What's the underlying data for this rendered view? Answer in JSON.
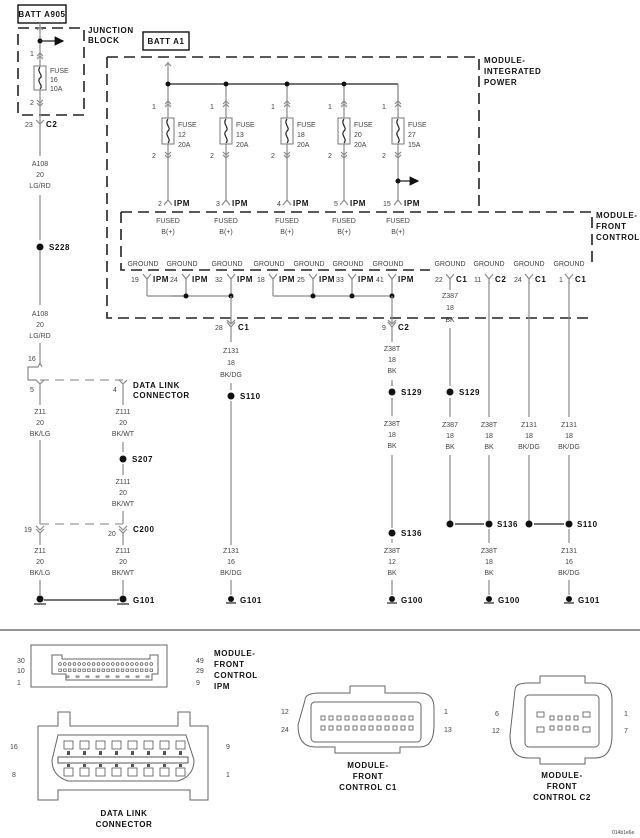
{
  "labels": {
    "batt_a905": "BATT A905",
    "batt_a1": "BATT A1",
    "junction_block": [
      "JUNCTION",
      "BLOCK"
    ],
    "module_integrated_power": [
      "MODULE-",
      "INTEGRATED",
      "POWER"
    ],
    "module_front_control": [
      "MODULE-",
      "FRONT",
      "CONTROL"
    ],
    "data_link_connector": [
      "DATA LINK",
      "CONNECTOR"
    ],
    "figure_id": "014b1e6e"
  },
  "junction_fuse": {
    "pin_in": "1",
    "pin_out": "2",
    "name": "FUSE",
    "number": "16",
    "rating": "10A",
    "out_pin": "23",
    "out_conn": "C2"
  },
  "ipm_fuses": [
    {
      "number": "12",
      "rating": "20A",
      "pin_in": "1",
      "pin_out": "2",
      "ipm_pin": "2"
    },
    {
      "number": "13",
      "rating": "20A",
      "pin_in": "1",
      "pin_out": "2",
      "ipm_pin": "3"
    },
    {
      "number": "18",
      "rating": "20A",
      "pin_in": "1",
      "pin_out": "2",
      "ipm_pin": "4"
    },
    {
      "number": "20",
      "rating": "20A",
      "pin_in": "1",
      "pin_out": "2",
      "ipm_pin": "5"
    },
    {
      "number": "27",
      "rating": "15A",
      "pin_in": "1",
      "pin_out": "2",
      "ipm_pin": "15"
    }
  ],
  "fuse_word": "FUSE",
  "ipm_word": "IPM",
  "fused_label": [
    "FUSED",
    "B(+)"
  ],
  "ground_word": "GROUND",
  "ipm_grounds": [
    {
      "pin": "19",
      "conn": "IPM"
    },
    {
      "pin": "24",
      "conn": "IPM"
    },
    {
      "pin": "32",
      "conn": "IPM"
    },
    {
      "pin": "18",
      "conn": "IPM"
    },
    {
      "pin": "25",
      "conn": "IPM"
    },
    {
      "pin": "33",
      "conn": "IPM"
    },
    {
      "pin": "41",
      "conn": "IPM"
    }
  ],
  "fcm_grounds": [
    {
      "pin": "22",
      "conn": "C1"
    },
    {
      "pin": "11",
      "conn": "C2"
    },
    {
      "pin": "24",
      "conn": "C1"
    },
    {
      "pin": "1",
      "conn": "C1"
    }
  ],
  "ipm_out": [
    {
      "pin": "28",
      "conn": "C1"
    },
    {
      "pin": "9",
      "conn": "C2"
    }
  ],
  "wires": {
    "a108_top": [
      "A108",
      "20",
      "LG/RD"
    ],
    "a108_bot": [
      "A108",
      "20",
      "LG/RD"
    ],
    "z11_top": [
      "Z11",
      "20",
      "BK/LG"
    ],
    "z111_top": [
      "Z111",
      "20",
      "BK/WT"
    ],
    "z111_mid": [
      "Z111",
      "20",
      "BK/WT"
    ],
    "z11_bot": [
      "Z11",
      "20",
      "BK/LG"
    ],
    "z111_bot": [
      "Z111",
      "20",
      "BK/WT"
    ],
    "z131_c1": [
      "Z131",
      "18",
      "BK/DG"
    ],
    "z131_c1_bot": [
      "Z131",
      "16",
      "BK/DG"
    ],
    "z38t_c2": [
      "Z38T",
      "18",
      "BK"
    ],
    "z38t_c2_mid": [
      "Z38T",
      "18",
      "BK"
    ],
    "z38t_c2_bot": [
      "Z38T",
      "12",
      "BK"
    ],
    "z387_a": [
      "Z387",
      "18",
      "BK"
    ],
    "z387_b": [
      "Z387",
      "18",
      "BK"
    ],
    "z38t_b": [
      "Z38T",
      "18",
      "BK"
    ],
    "z131_c": [
      "Z131",
      "18",
      "BK/DG"
    ],
    "z131_d": [
      "Z131",
      "18",
      "BK/DG"
    ],
    "z38t_e": [
      "Z38T",
      "18",
      "BK"
    ],
    "z131_f": [
      "Z131",
      "16",
      "BK/DG"
    ]
  },
  "splices": {
    "s228": "S228",
    "s207": "S207",
    "s110": "S110",
    "s129": "S129",
    "s136": "S136"
  },
  "grounds": {
    "g101": "G101",
    "g100": "G100"
  },
  "dlc_pins": {
    "p16": "16",
    "p5": "5",
    "p4": "4"
  },
  "c200": {
    "name": "C200",
    "p19": "19",
    "p20": "20"
  },
  "connector_views": {
    "ipm": {
      "title": [
        "MODULE-",
        "FRONT",
        "CONTROL",
        "IPM"
      ],
      "left_pins": [
        "30",
        "10",
        "1"
      ],
      "right_pins": [
        "49",
        "29",
        "9"
      ]
    },
    "dlc": {
      "title": [
        "DATA LINK",
        "CONNECTOR"
      ],
      "left_pins": [
        "16",
        "8"
      ],
      "right_pins": [
        "9",
        "1"
      ]
    },
    "c1": {
      "title": [
        "MODULE-",
        "FRONT",
        "CONTROL C1"
      ],
      "left_pins": [
        "12",
        "24"
      ],
      "right_pins": [
        "1",
        "13"
      ]
    },
    "c2": {
      "title": [
        "MODULE-",
        "FRONT",
        "CONTROL C2"
      ],
      "left_pins": [
        "6",
        "12"
      ],
      "right_pins": [
        "1",
        "7"
      ]
    }
  }
}
